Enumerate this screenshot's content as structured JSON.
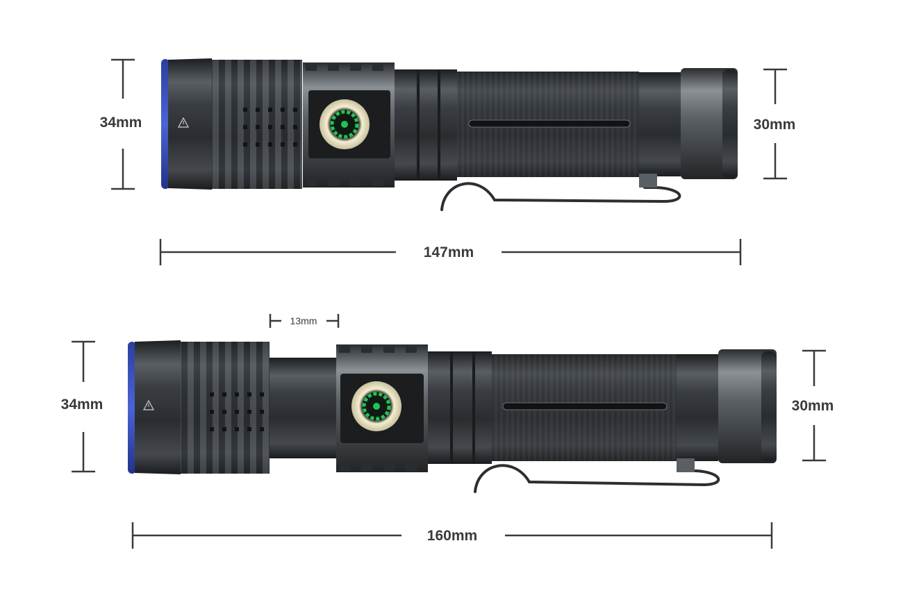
{
  "colors": {
    "body_dark": "#2b2e31",
    "body_mid": "#4a4e52",
    "body_light": "#8a8f94",
    "lens_ring": "#3b52b8",
    "button_ring": "#f3ecc8",
    "indicator_green": "#22c25a",
    "line": "#3a3a3a"
  },
  "top_view": {
    "head_diameter": "34mm",
    "tail_diameter": "30mm",
    "length": "147mm"
  },
  "bottom_view": {
    "zoom_extension": "13mm",
    "head_diameter": "34mm",
    "tail_diameter": "30mm",
    "length": "160mm"
  },
  "icons": [
    "power-button-icon",
    "warning-triangle-icon",
    "pocket-clip-icon"
  ]
}
